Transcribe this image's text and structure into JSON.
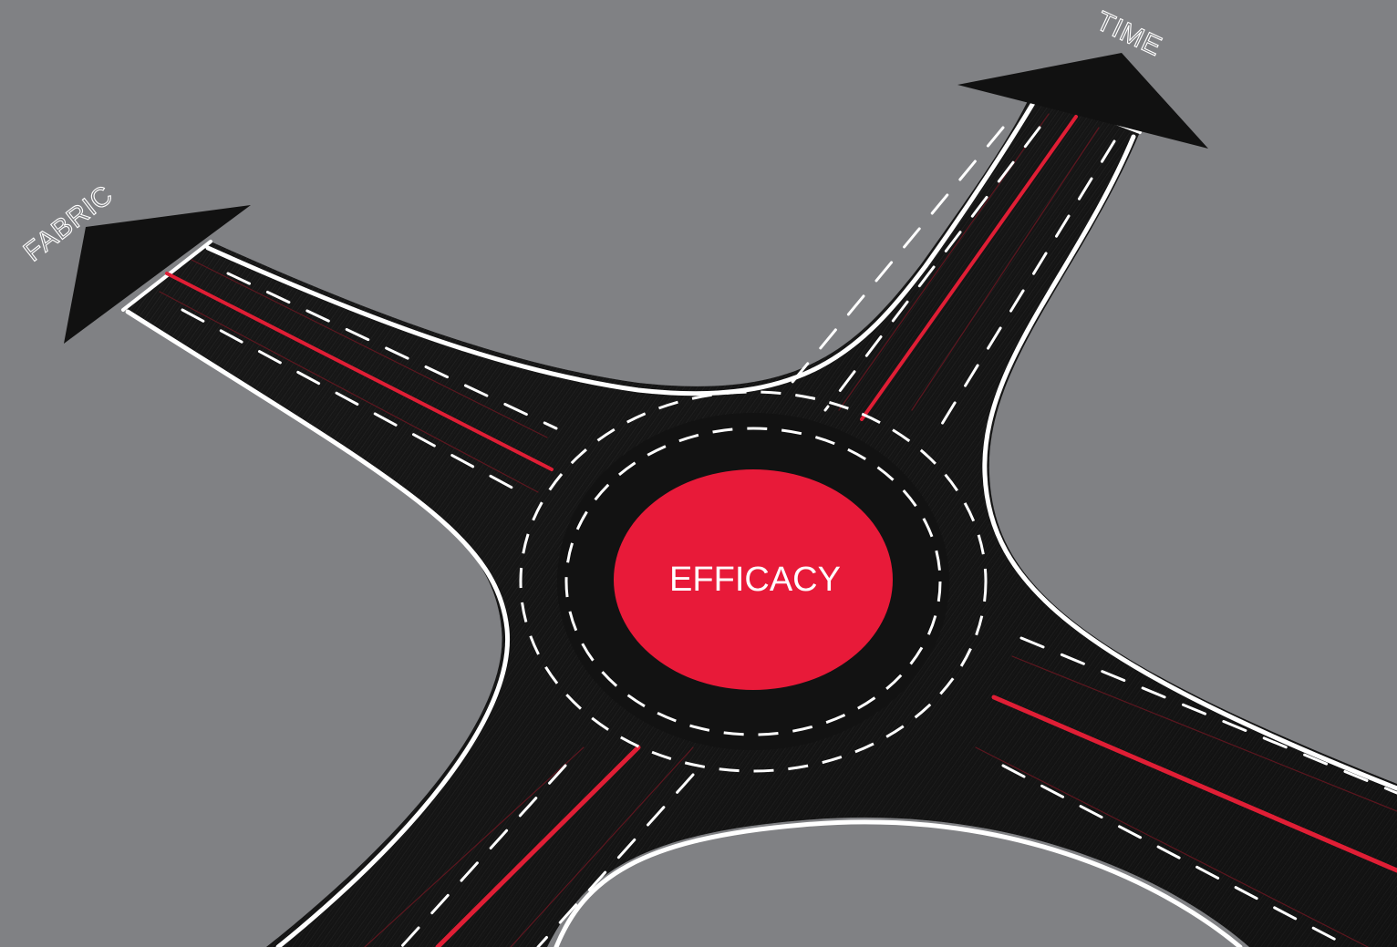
{
  "labels": {
    "time": "TIME",
    "fabric": "FABRIC",
    "center": "EFFICACY"
  },
  "colors": {
    "background": "#808184",
    "road": "#161616",
    "edge_line": "#ffffff",
    "accent_line": "#e01e35",
    "center_circle": "#e81a39"
  }
}
